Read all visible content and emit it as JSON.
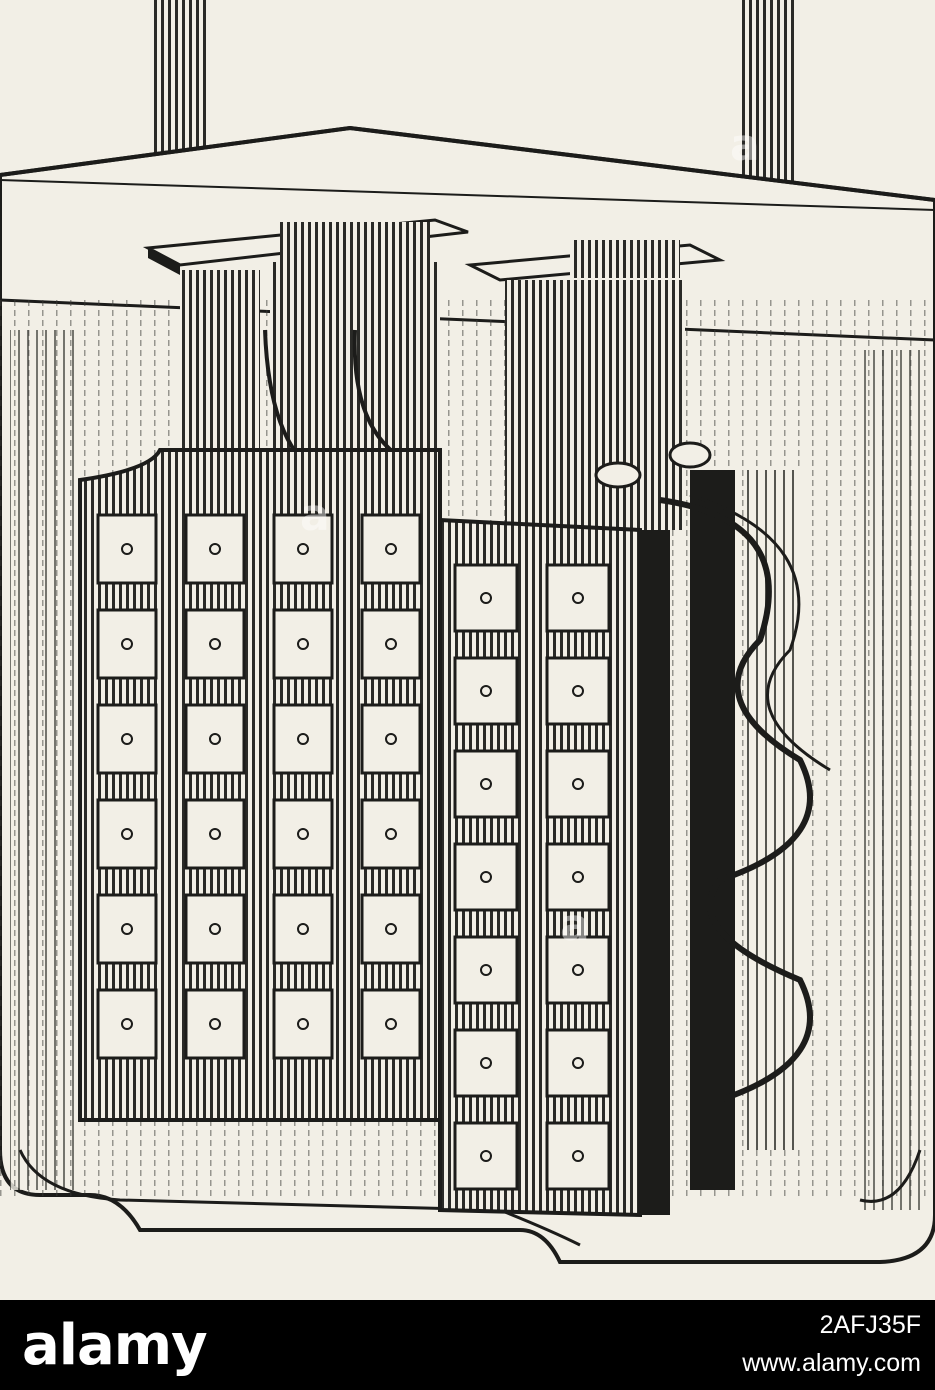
{
  "footer": {
    "logo_text": "alamy",
    "image_id": "2AFJ35F",
    "url": "www.alamy.com"
  },
  "colors": {
    "paper": "#f2efe6",
    "ink": "#1c1c1a",
    "footer_bg": "#000000",
    "footer_text": "#ffffff"
  }
}
